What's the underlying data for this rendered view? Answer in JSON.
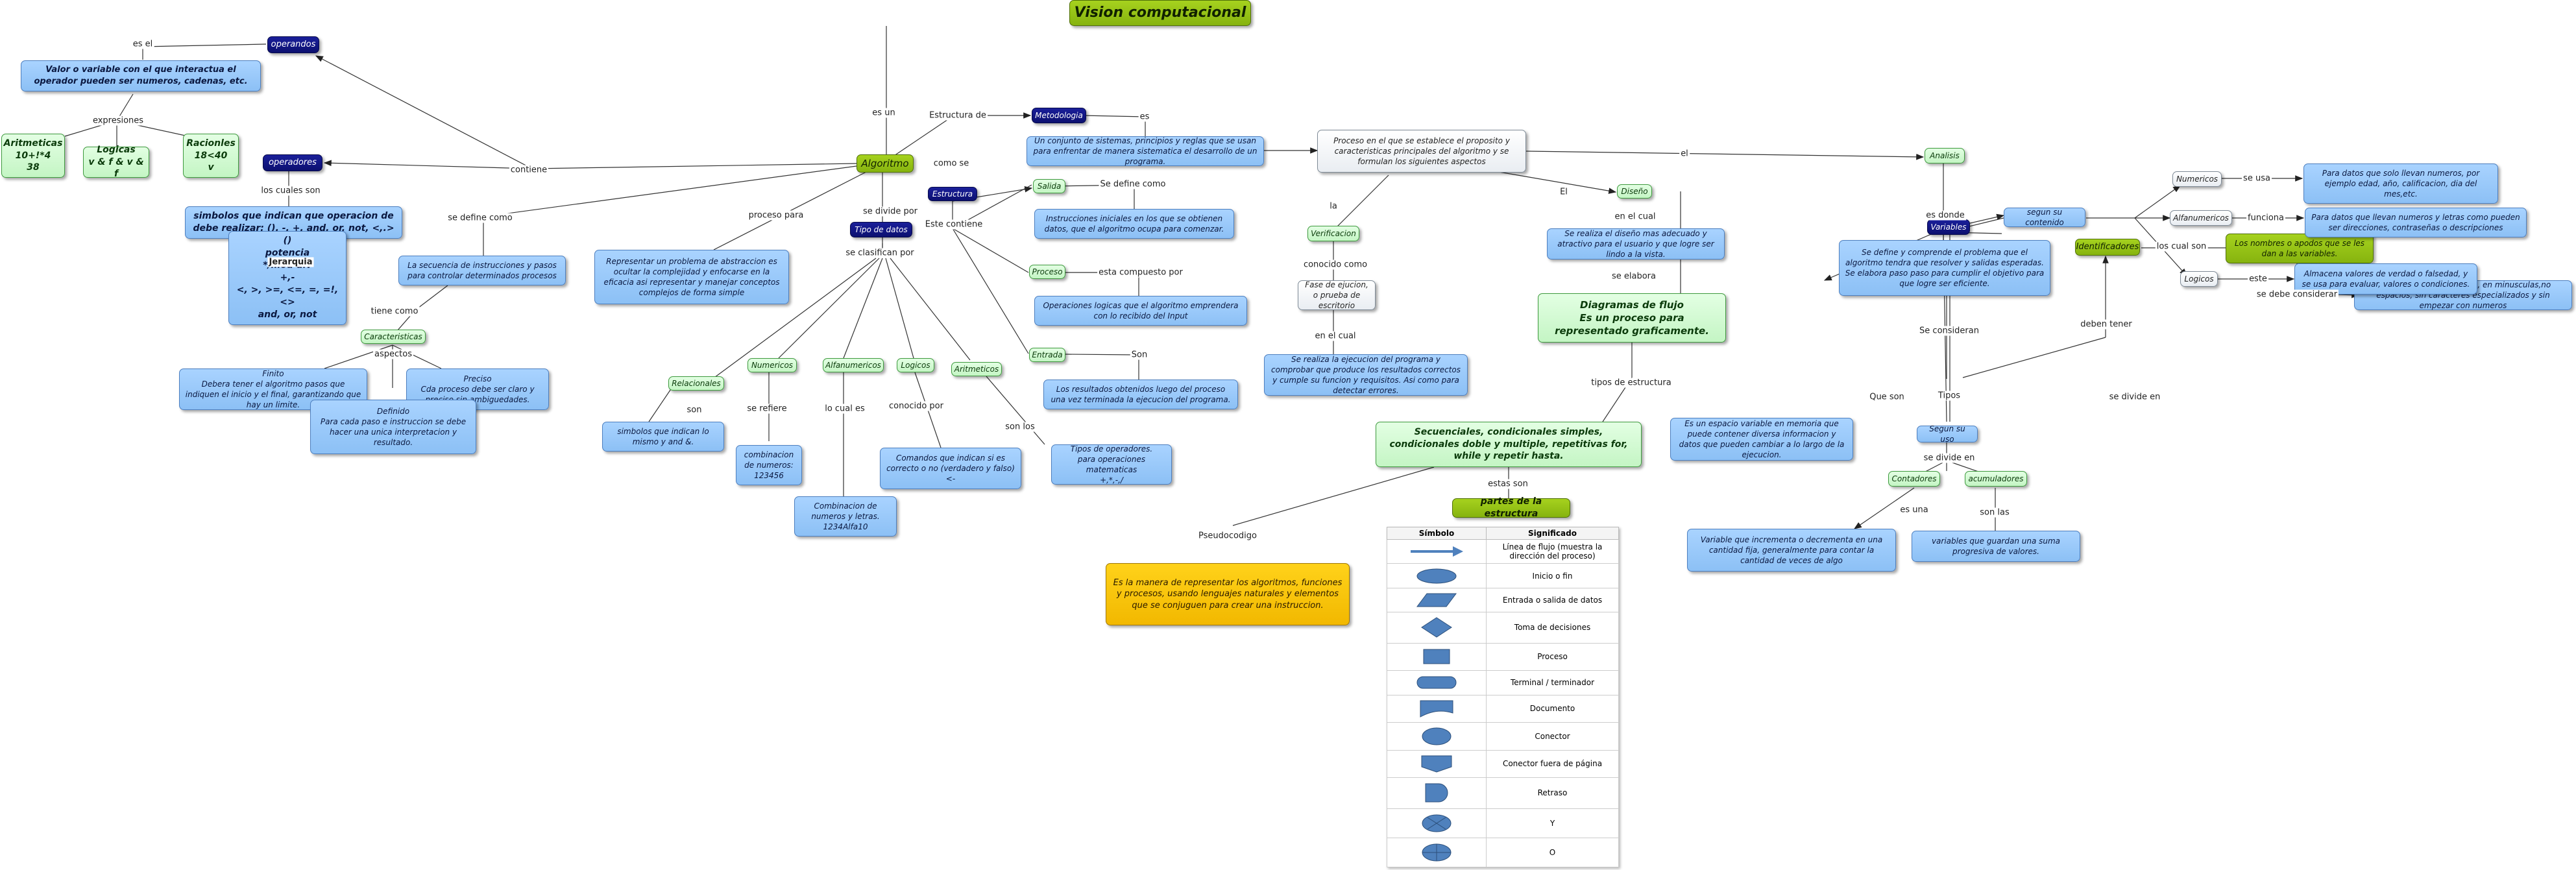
{
  "title": "Vision computacional",
  "nodes": {
    "operandos": "operandos",
    "valor": "Valor o variable con el que interactua el operador pueden ser numeros, cadenas, etc.",
    "aritmeticas": "Aritmeticas\n10+!*4\n38",
    "logicas_ex": "Logicas\nv & f & v & f",
    "racionales": "Racionles\n18<40\nv",
    "operadores": "operadores",
    "simbolos": "simbolos que indican que operacion de debe realizar: (), -, +, and, or, not, <,.>",
    "jerarquia": "()\npotencia\n*/mod div\n+,-\n<, >, >=, <=, =, =!, <>\nand, or, not",
    "secuencia": "La secuencia de instrucciones y pasos para controlar determinados procesos",
    "caracteristicas": "Caracteristicas",
    "finito": "Finito\nDebera tener el algoritmo pasos que indiquen el inicio y el final, garantizando que hay un limite.",
    "preciso": "Preciso\nCda proceso debe ser claro y preciso sin ambiguedades.",
    "definido": "Definido\nPara cada paso e instruccion se debe hacer una unica interpretacion y resultado.",
    "representar": "Representar un problema de abstraccion es ocultar la complejidad y enfocarse en la eficacia asi  representar y manejar conceptos complejos de forma simple",
    "algoritmo": "Algoritmo",
    "tipo_datos": "Tipo de datos",
    "relacionales": "Relacionales",
    "simbolos_rel": "simbolos que indican lo mismo y and &.",
    "numericos": "Numericos",
    "combinacion_num": "combinacion de numeros: 123456",
    "alfanumericos": "Alfanumericos",
    "combinacion_alf": "Combinacion de numeros y letras. 1234Alfa10",
    "logicos": "Logicos",
    "comandos": "Comandos que indican si es correcto o no (verdadero y falso)\n<-",
    "aritmeticos": "Aritmeticos",
    "tipos_op": "Tipos de operadores.\npara operaciones matematicas\n+,*,-,/",
    "estructura": "Estructura",
    "salida": "Salida",
    "instrucciones": "Instrucciones iniciales en los que se obtienen datos, que el algoritmo ocupa para comenzar.",
    "proceso": "Proceso",
    "operaciones": "Operaciones logicas que el algoritmo emprendera con lo recibido del Input",
    "entrada": "Entrada",
    "resultados": "Los resultados obtenidos luego del proceso una vez terminada la ejecucion del programa.",
    "metodologia": "Metodologia",
    "conjunto": "Un conjunto de sistemas, principios y reglas que se usan para enfrentar de manera sistematica  el desarrollo de un programa.",
    "proceso_establece": "Proceso en el que se establece el proposito y caracteristicas principales del algoritmo y se formulan los siguientes aspectos",
    "verificacion": "Verificacion",
    "fase": "Fase de ejucion, o prueba de escritorio",
    "realiza": "Se realiza la ejecucion del programa y comprobar que produce los resultados correctos y cumple su funcion y requisitos. Asi como para detectar errores.",
    "diseno": "Diseño",
    "realiza_diseno": "Se realiza el diseño mas adecuado y atractivo para el usuario y que logre ser lindo a la vista.",
    "diagramas": "Diagramas de flujo\nEs un proceso para representado graficamente.",
    "secuenciales": "Secuenciales, condicionales simples, condicionales doble y multiple, repetitivas for, while y repetir hasta.",
    "partes": "partes de la estructura",
    "pseudocodigo": "Es la manera de representar los algoritmos, funciones y procesos, usando lenguajes naturales y elementos que se conjuguen para crear una instruccion.",
    "analisis": "Analisis",
    "define_comprende": "Se define y comprende el problema que el algoritmo tendra que resolver y salidas esperadas. Se elabora paso paso para cumplir el objetivo para que logre ser eficiente.",
    "identificadores": "Identificadores",
    "nombres": "Los nombres o apodos que se les dan a las variables.",
    "deben_ser": "deben ser nombres cortos, en minusculas,no espacios, sin caracteres especializados y sin empezar con numeros",
    "variables": "Variables",
    "espacio": "Es un espacio variable en memoria que puede contener diversa informacion y datos que pueden cambiar a lo largo de la ejecucion.",
    "segun_uso": "Segun su uso",
    "contadores": "Contadores",
    "acumuladores": "acumuladores",
    "variable_incrementa": "Variable que incrementa o decrementa en una cantidad fija, generalmente para contar la cantidad de veces de algo",
    "variables_guardan": "variables que guardan una suma progresiva de valores.",
    "segun_contenido": "segun su contenido",
    "numericos_v": "Numericos",
    "alfanumericos_v": "Alfanumericos",
    "logicos_v": "Logicos",
    "datos_numericos": "Para datos que solo llevan numeros, por ejemplo edad, año, calificacion, dia del mes,etc.",
    "datos_letras": "Para  datos que llevan numeros y letras como pueden ser direcciones, contraseñas o  descripciones",
    "almacena": "Almacena valores de verdad o falsedad, y se usa para evaluar, valores o condiciones."
  },
  "labels": {
    "es_el": "es el",
    "expresiones": "expresiones",
    "contiene": "contiene",
    "los_cuales_son": "los cuales son",
    "jerarquia": "Jerarquia",
    "se_define_como": "se define como",
    "tiene_como": "tiene como",
    "aspectos": "aspectos",
    "proceso_para": "proceso para",
    "es_un": "es un",
    "como_se": "como se",
    "se_divide_por": "se divide por",
    "se_clasifican_por": "se clasifican por",
    "son": "son",
    "se_refiere": "se refiere",
    "lo_cual_es": "lo cual es",
    "conocido_por": "conocido por",
    "son_los": "son los",
    "estructura_de": "Estructura de",
    "es_met": "es",
    "este_contiene": "Este contiene",
    "se_define_como2": "Se define como",
    "esta_compuesto_por": "esta compuesto por",
    "son2": "Son",
    "la": "la",
    "conocido_como": "conocido como",
    "en_el_cual": "en el cual",
    "el_diseno": "El",
    "en_el_cual2": "en el cual",
    "se_elabora": "se elabora",
    "tipos_de_estructura": "tipos de estructura",
    "estas_son": "estas son",
    "pseudocodigo": "Pseudocodigo",
    "el_analisis": "el",
    "es_donde": "es donde",
    "los_cual_son": "los cual son",
    "se_debe_considerar": "se debe considerar",
    "deben_tener": "deben tener",
    "se_consideran": "Se consideran",
    "que_son": "Que son",
    "tipos": "Tipos",
    "se_divide_en": "se divide en",
    "se_divide_en2": "se divide en",
    "es_una": "es una",
    "son_las": "son las",
    "se_usa": "se usa",
    "funciona": "funciona",
    "este": "este"
  },
  "symbol_table": {
    "headers": [
      "Símbolo",
      "Significado"
    ],
    "rows": [
      {
        "shape": "arrow",
        "meaning": "Línea de flujo (muestra la dirección del proceso)"
      },
      {
        "shape": "oval",
        "meaning": "Inicio o fin"
      },
      {
        "shape": "parallelogram",
        "meaning": "Entrada o salida de datos"
      },
      {
        "shape": "diamond",
        "meaning": "Toma de decisiones"
      },
      {
        "shape": "rectangle",
        "meaning": "Proceso"
      },
      {
        "shape": "rounded",
        "meaning": "Terminal / terminador"
      },
      {
        "shape": "document",
        "meaning": "Documento"
      },
      {
        "shape": "circle",
        "meaning": "Conector"
      },
      {
        "shape": "offpage",
        "meaning": "Conector fuera de página"
      },
      {
        "shape": "delay",
        "meaning": "Retraso"
      },
      {
        "shape": "circle-cross",
        "meaning": "Y"
      },
      {
        "shape": "circle-plus",
        "meaning": "O"
      }
    ]
  },
  "colors": {
    "accent_green": "#95c11f",
    "node_blue": "#9ccbff",
    "node_navy": "#0e127a",
    "node_light_green": "#d3f7d3",
    "node_yellow": "#f7c600",
    "symbol_blue": "#4f81bd"
  }
}
